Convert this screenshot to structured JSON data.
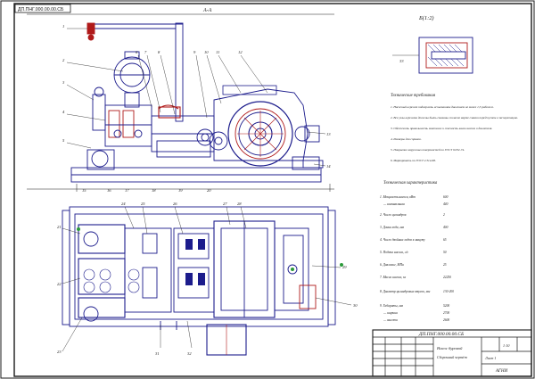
{
  "sheet": {
    "stamp_topleft": "ДП.ПНГ.000.00.00.СБ",
    "section_label": "А-А",
    "detail_label": "Б(1:2)"
  },
  "notes": {
    "title": "Технические требования",
    "items": [
      "1. Насосный агрегат подвергать испытаниям давлением не менее 1,5 рабочего.",
      "2. Все узлы агрегата должны быть смазаны согласно карте смазки перед пуском в эксплуатацию.",
      "3. Обеспечить правильность монтажа и соосность валов насоса и двигателя.",
      "4. Размеры для справок.",
      "5. Покрытие наружных поверхностей по ГОСТ 9.032-74.",
      "6. Маркировать по ГОСТ 2.314-68."
    ]
  },
  "specs": {
    "title": "Техническая характеристика",
    "rows": [
      {
        "label": "1. Мощность насоса, кВт",
        "value": "600"
      },
      {
        "label": "— номинальная",
        "value": "440"
      },
      {
        "label": "2. Число цилиндров",
        "value": "2"
      },
      {
        "label": "3. Длина хода, мм",
        "value": "400"
      },
      {
        "label": "4. Число двойных ходов в минуту",
        "value": "65"
      },
      {
        "label": "5. Подача насоса, л/с",
        "value": "50"
      },
      {
        "label": "6. Давление, МПа",
        "value": "25"
      },
      {
        "label": "7. Масса насоса, кг",
        "value": "22250"
      },
      {
        "label": "8. Диаметр цилиндровых втулок, мм",
        "value": "130-200"
      },
      {
        "label": "9. Габариты, мм",
        "value": "5200"
      },
      {
        "label": "— ширина",
        "value": "2700"
      },
      {
        "label": "— высота",
        "value": "2600"
      }
    ]
  },
  "title_block": {
    "code": "ДП.ПНГ.000.00.00.СБ",
    "name": "Насос буровой",
    "doc": "Сборочный чертёж",
    "scale": "1:10",
    "sheet": "Лист 1",
    "org": "АГНИ"
  },
  "colors": {
    "frame": "#1a1a1a",
    "drawing": "#1c1c8c",
    "hatch": "#b01a1a",
    "accent": "#2a9a3a"
  }
}
